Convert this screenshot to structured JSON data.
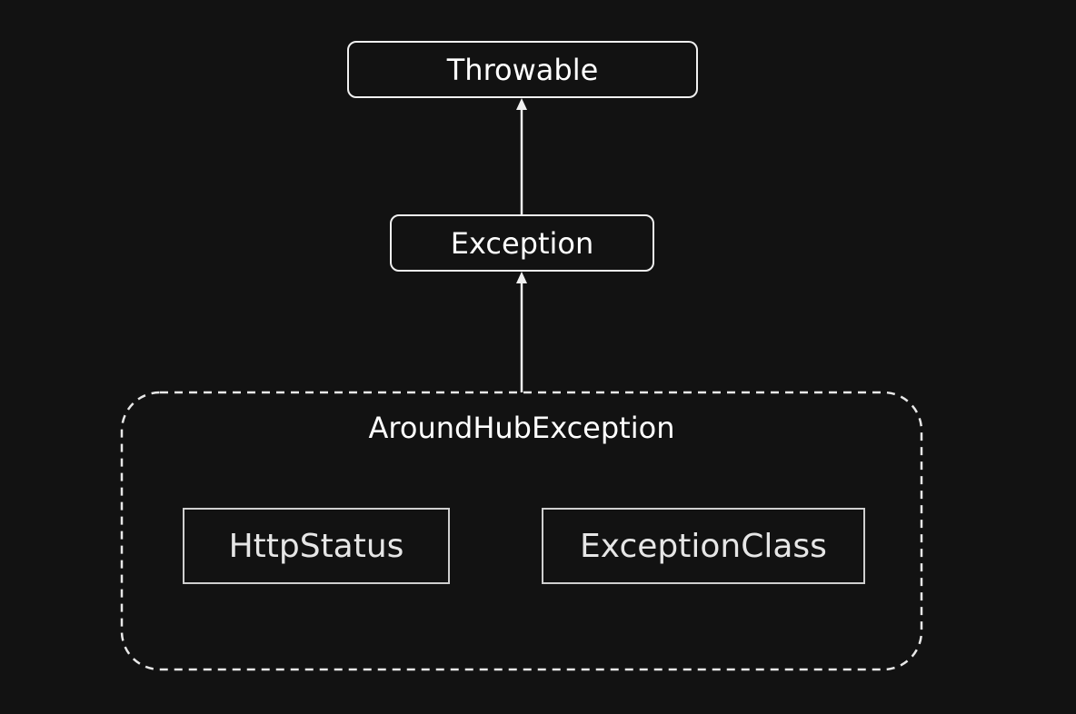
{
  "diagram": {
    "nodes": {
      "throwable": "Throwable",
      "exception": "Exception",
      "group": "AroundHubException",
      "http_status": "HttpStatus",
      "exception_class": "ExceptionClass"
    },
    "edges": [
      {
        "from": "exception",
        "to": "throwable",
        "style": "arrow"
      },
      {
        "from": "group",
        "to": "exception",
        "style": "arrow"
      }
    ],
    "colors": {
      "background": "#121212",
      "stroke": "#f0f0f0",
      "inner_box_stroke": "#cfcfcf",
      "text": "#ffffff"
    }
  }
}
